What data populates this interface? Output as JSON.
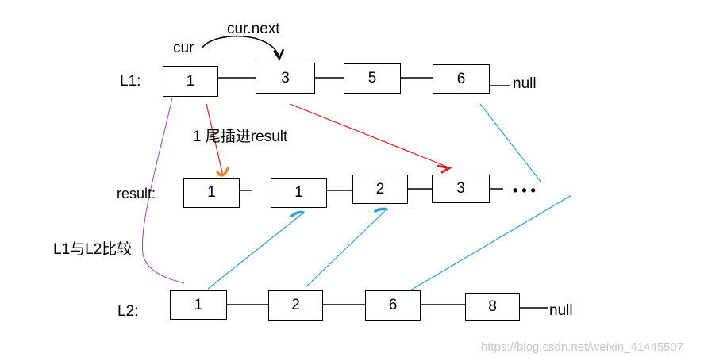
{
  "labels": {
    "cur": "cur",
    "cur_next": "cur.next",
    "l1": "L1:",
    "result": "result:",
    "l2": "L2:",
    "tail_insert": "1 尾插进result",
    "compare": "L1与L2比较",
    "l1_null": "null",
    "l2_null": "null",
    "ellipsis": "• • •"
  },
  "l1_nodes": [
    "1",
    "3",
    "5",
    "6"
  ],
  "result_nodes": [
    "1",
    "1",
    "2",
    "3"
  ],
  "l2_nodes": [
    "1",
    "2",
    "6",
    "8"
  ],
  "watermark": "https://blog.csdn.net/weixin_41445507",
  "colors": {
    "link_line": "#000000",
    "red_arrow": "#e02020",
    "orange_arrow": "#f08020",
    "blue_arrow": "#2aa0dc",
    "purple_curve": "#a040b0"
  }
}
